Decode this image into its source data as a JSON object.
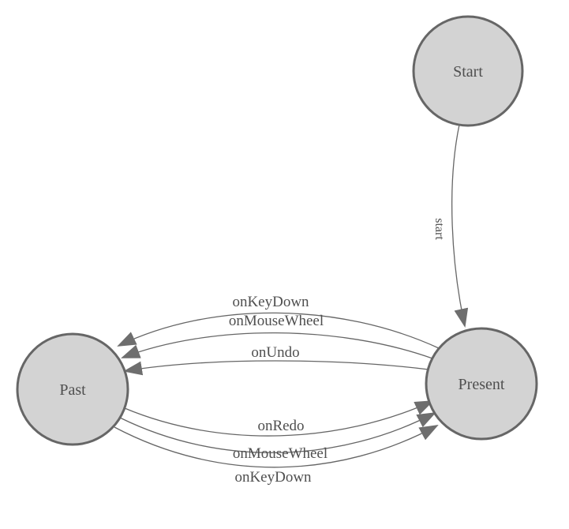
{
  "diagram_type": "state-machine",
  "colors": {
    "background": "#ffffff",
    "node_fill": "#d3d3d3",
    "node_stroke": "#666666",
    "edge_stroke": "#666666",
    "arrow_fill": "#6e6e6e",
    "text": "#4f4f4f"
  },
  "nodes": [
    {
      "id": "start",
      "label": "Start"
    },
    {
      "id": "present",
      "label": "Present"
    },
    {
      "id": "past",
      "label": "Past"
    }
  ],
  "edges": [
    {
      "from": "Start",
      "to": "Present",
      "label": "start"
    },
    {
      "from": "Present",
      "to": "Past",
      "label": "onKeyDown"
    },
    {
      "from": "Present",
      "to": "Past",
      "label": "onMouseWheel"
    },
    {
      "from": "Present",
      "to": "Past",
      "label": "onUndo"
    },
    {
      "from": "Past",
      "to": "Present",
      "label": "onRedo"
    },
    {
      "from": "Past",
      "to": "Present",
      "label": "onMouseWheel"
    },
    {
      "from": "Past",
      "to": "Present",
      "label": "onKeyDown"
    }
  ]
}
